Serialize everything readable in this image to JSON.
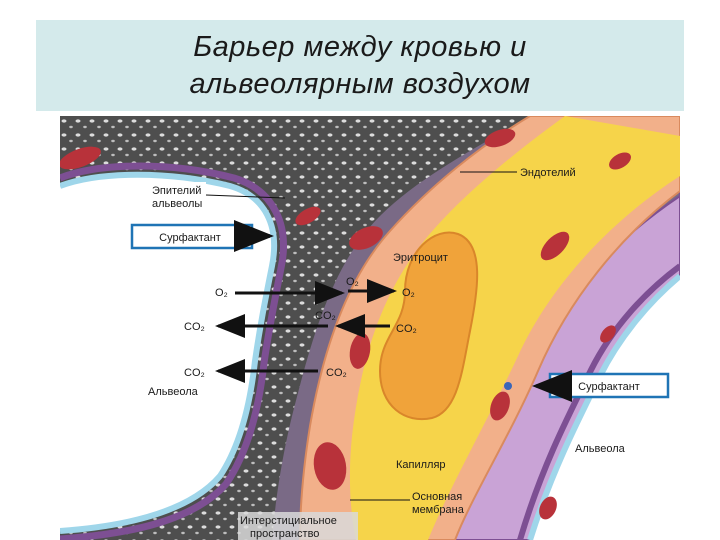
{
  "title": {
    "line1": "Барьер между кровью и",
    "line2": "альвеолярным воздухом"
  },
  "labels": {
    "epithelium_line1": "Эпителий",
    "epithelium_line2": "альвеолы",
    "surfactant_left": "Сурфактант",
    "surfactant_right": "Сурфактант",
    "endothelium": "Эндотелий",
    "erythrocyte": "Эритроцит",
    "alveolus_left": "Альвеола",
    "alveolus_right": "Альвеола",
    "capillary": "Капилляр",
    "basement_line1": "Основная",
    "basement_line2": "мембрана",
    "interstitial_line1": "Интерстициальное",
    "interstitial_line2": "пространство"
  },
  "gases": {
    "o2_left": "O₂",
    "o2_mid": "O₂",
    "o2_right": "O₂",
    "co2_1_left": "CO₂",
    "co2_1_mid": "CO₂",
    "co2_1_right": "CO₂",
    "co2_2_left": "CO₂",
    "co2_2_right": "CO₂"
  },
  "colors": {
    "capillary_plasma": "#f6d44a",
    "erythrocyte": "#f0a33a",
    "endothelium": "#f2b08a",
    "epithelium": "#c9a3d6",
    "interstitium": "#5a5a5a",
    "surfactant_layer": "#9fd6ea",
    "nucleus": "#b8323a",
    "title_band": "#d4eaeb"
  }
}
